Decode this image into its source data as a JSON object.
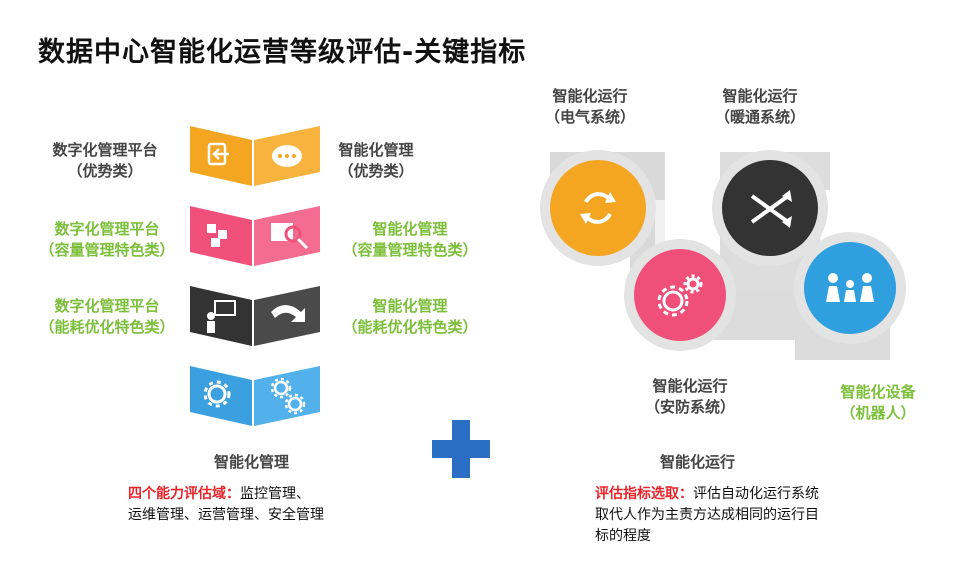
{
  "title": "数据中心智能化运营等级评估-关键指标",
  "left": {
    "rows": [
      {
        "left_label": [
          "数字化管理平台",
          "（优势类）"
        ],
        "right_label": [
          "智能化管理",
          "（优势类）"
        ],
        "color": "#f4a623",
        "style": "gray"
      },
      {
        "left_label": [
          "数字化管理平台",
          "（容量管理特色类）"
        ],
        "right_label": [
          "智能化管理",
          "（容量管理特色类）"
        ],
        "color": "#f0507a",
        "style": "green"
      },
      {
        "left_label": [
          "数字化管理平台",
          "（能耗优化特色类）"
        ],
        "right_label": [
          "智能化管理",
          "（能耗优化特色类）"
        ],
        "color": "#3a3a3a",
        "style": "green"
      },
      {
        "left_label": [],
        "right_label": [],
        "color": "#3aa0e0",
        "style": "gray"
      }
    ],
    "caption": "智能化管理",
    "note_highlight": "四个能力评估域：",
    "note_line1": "监控管理、",
    "note_line2": "运维管理、运营管理、安全管理"
  },
  "right": {
    "nodes": [
      {
        "label": [
          "智能化运行",
          "（电气系统）"
        ],
        "color": "#f4a623",
        "icon": "refresh-icon"
      },
      {
        "label": [
          "智能化运行",
          "（暖通系统）"
        ],
        "color": "#333333",
        "icon": "shuffle-icon"
      },
      {
        "label": [
          "智能化运行",
          "（安防系统）"
        ],
        "color": "#ef4f78",
        "icon": "gears-icon"
      },
      {
        "label": [
          "智能化设备",
          "（机器人）"
        ],
        "color": "#2f9fe0",
        "icon": "people-icon"
      }
    ],
    "caption": "智能化运行",
    "note_highlight": "评估指标选取：",
    "note_line1": "评估自动化运行系统",
    "note_line2": "取代人作为主责方达成相同的运行目",
    "note_line3": "标的程度"
  },
  "plus_color": "#2a6fc4"
}
